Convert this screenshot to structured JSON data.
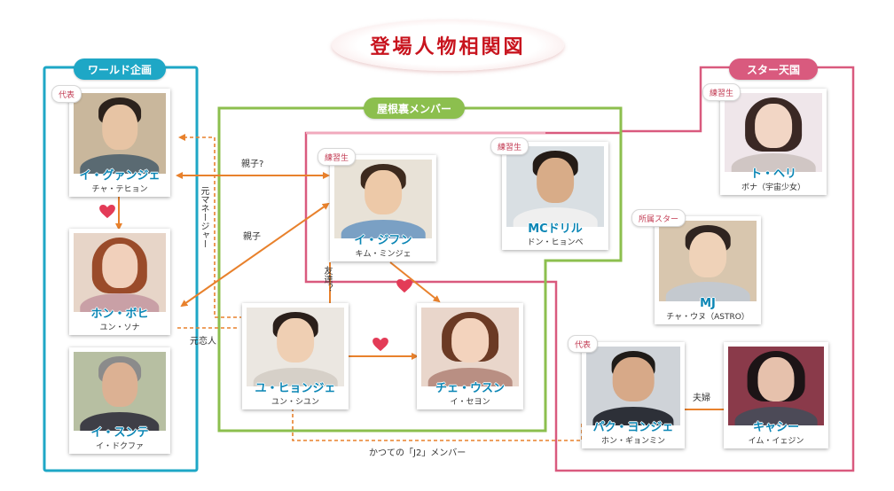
{
  "title": "登場人物相関図",
  "colors": {
    "world_planning": "#1ea7c6",
    "rooftop": "#8cbf4e",
    "star_heaven": "#d95a7e",
    "inner_pink": "#f1a9bd",
    "arrow_orange": "#e8812c",
    "name_blue": "#0b86b5",
    "heart_red": "#e33b57"
  },
  "groups": {
    "world_planning": "ワールド企画",
    "rooftop": "屋根裏メンバー",
    "star_heaven": "スター天国"
  },
  "people": {
    "gwangje": {
      "name": "イ・グァンジェ",
      "actor": "チャ・テヒョン",
      "badge": "代表"
    },
    "bohee": {
      "name": "ホン・ボヒ",
      "actor": "ユン・ソナ"
    },
    "sunte": {
      "name": "イ・スンテ",
      "actor": "イ・ドクファ"
    },
    "jihun": {
      "name": "イ・ジフン",
      "actor": "キム・ミンジェ",
      "badge": "練習生"
    },
    "mcdrill": {
      "name": "MCドリル",
      "actor": "ドン・ヒョンベ",
      "badge": "練習生"
    },
    "hyunje": {
      "name": "ユ・ヒョンジェ",
      "actor": "ユン・シユン"
    },
    "usun": {
      "name": "チェ・ウスン",
      "actor": "イ・セヨン"
    },
    "tohyeri": {
      "name": "ト・ヘリ",
      "actor": "ボナ（宇宙少女）",
      "badge": "練習生"
    },
    "mj": {
      "name": "MJ",
      "actor": "チャ・ウヌ（ASTRO）",
      "badge": "所属スター"
    },
    "yongje": {
      "name": "パク・ヨンジェ",
      "actor": "ホン・ギョンミン",
      "badge": "代表"
    },
    "cassie": {
      "name": "キャシー",
      "actor": "イム・イェジン"
    }
  },
  "relations": {
    "parent_child_1": "親子?",
    "parent_child_2": "親子",
    "former_manager": "元マネージャー",
    "friend": "友達？",
    "former_lover": "元恋人",
    "couple": "夫婦",
    "j2": "かつての「J2」メンバー"
  }
}
